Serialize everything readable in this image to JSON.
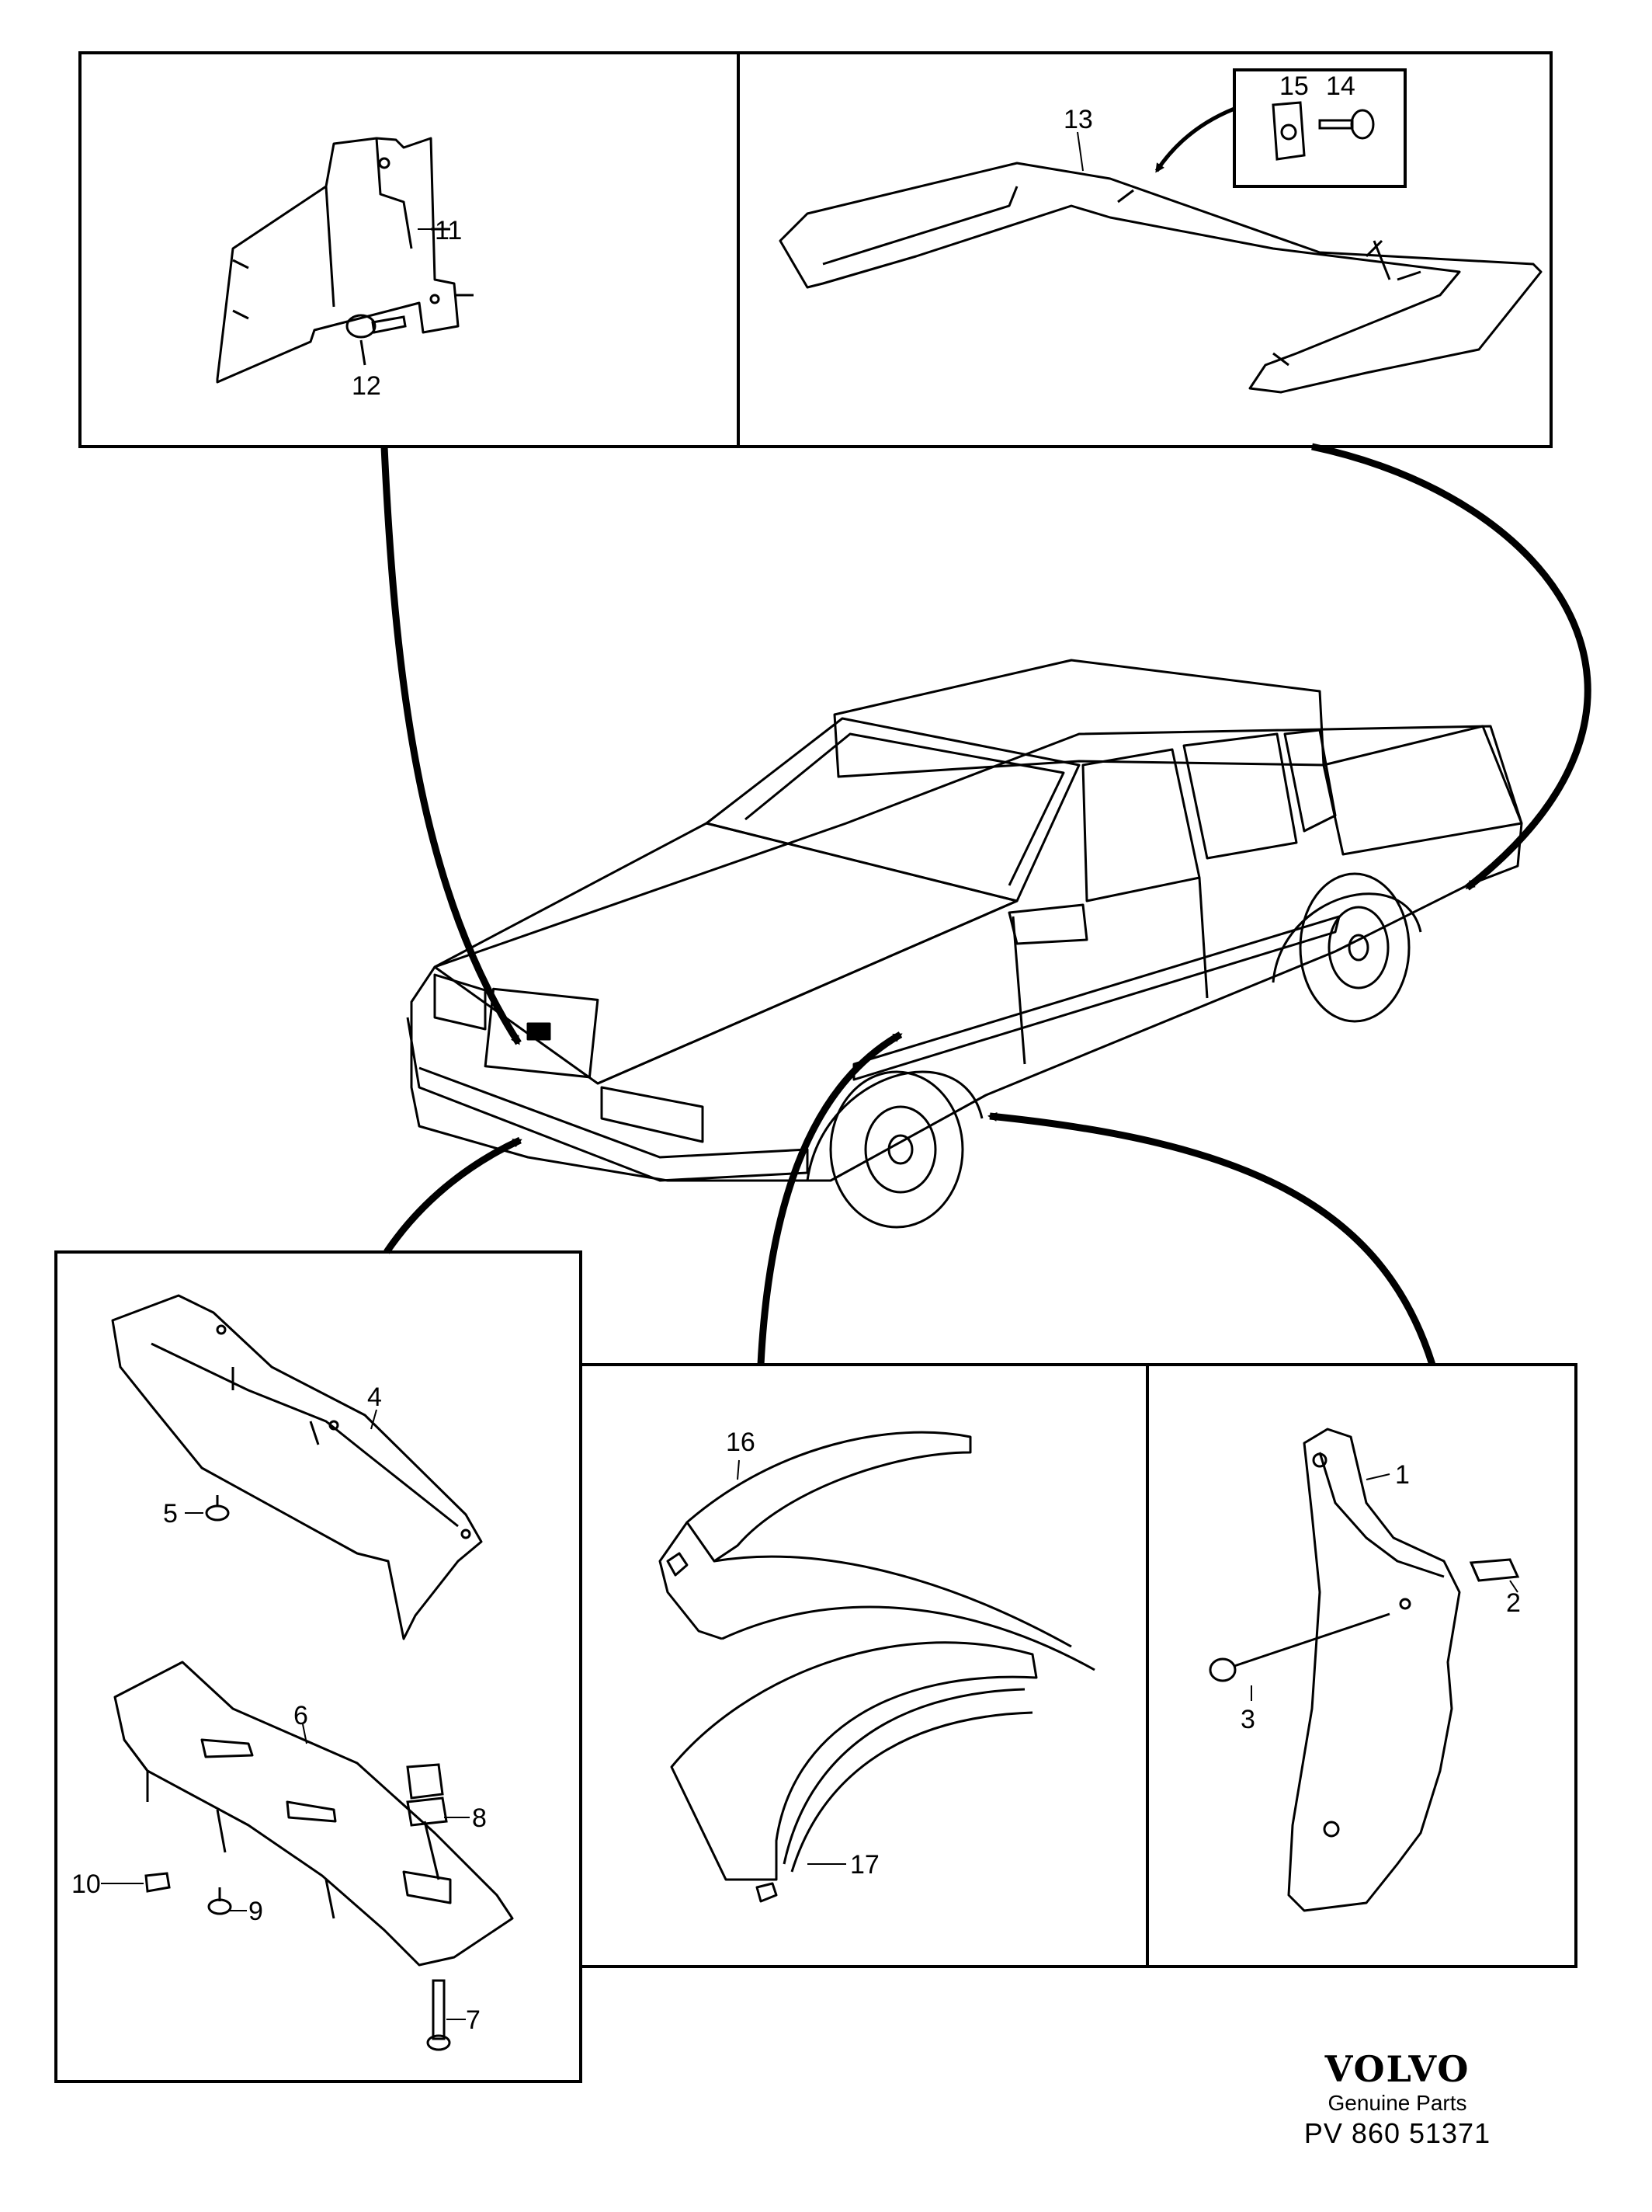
{
  "callouts": {
    "p1": "1",
    "p2": "2",
    "p3": "3",
    "p4": "4",
    "p5": "5",
    "p6": "6",
    "p7": "7",
    "p8": "8",
    "p9": "9",
    "p10": "10",
    "p11": "11",
    "p12": "12",
    "p13": "13",
    "p14": "14",
    "p15": "15",
    "p16": "16",
    "p17": "17"
  },
  "brand": {
    "logo": "VOLVO",
    "subtitle": "Genuine Parts",
    "code": "PV 860  51371"
  },
  "colors": {
    "ink": "#000000",
    "paper": "#ffffff"
  }
}
